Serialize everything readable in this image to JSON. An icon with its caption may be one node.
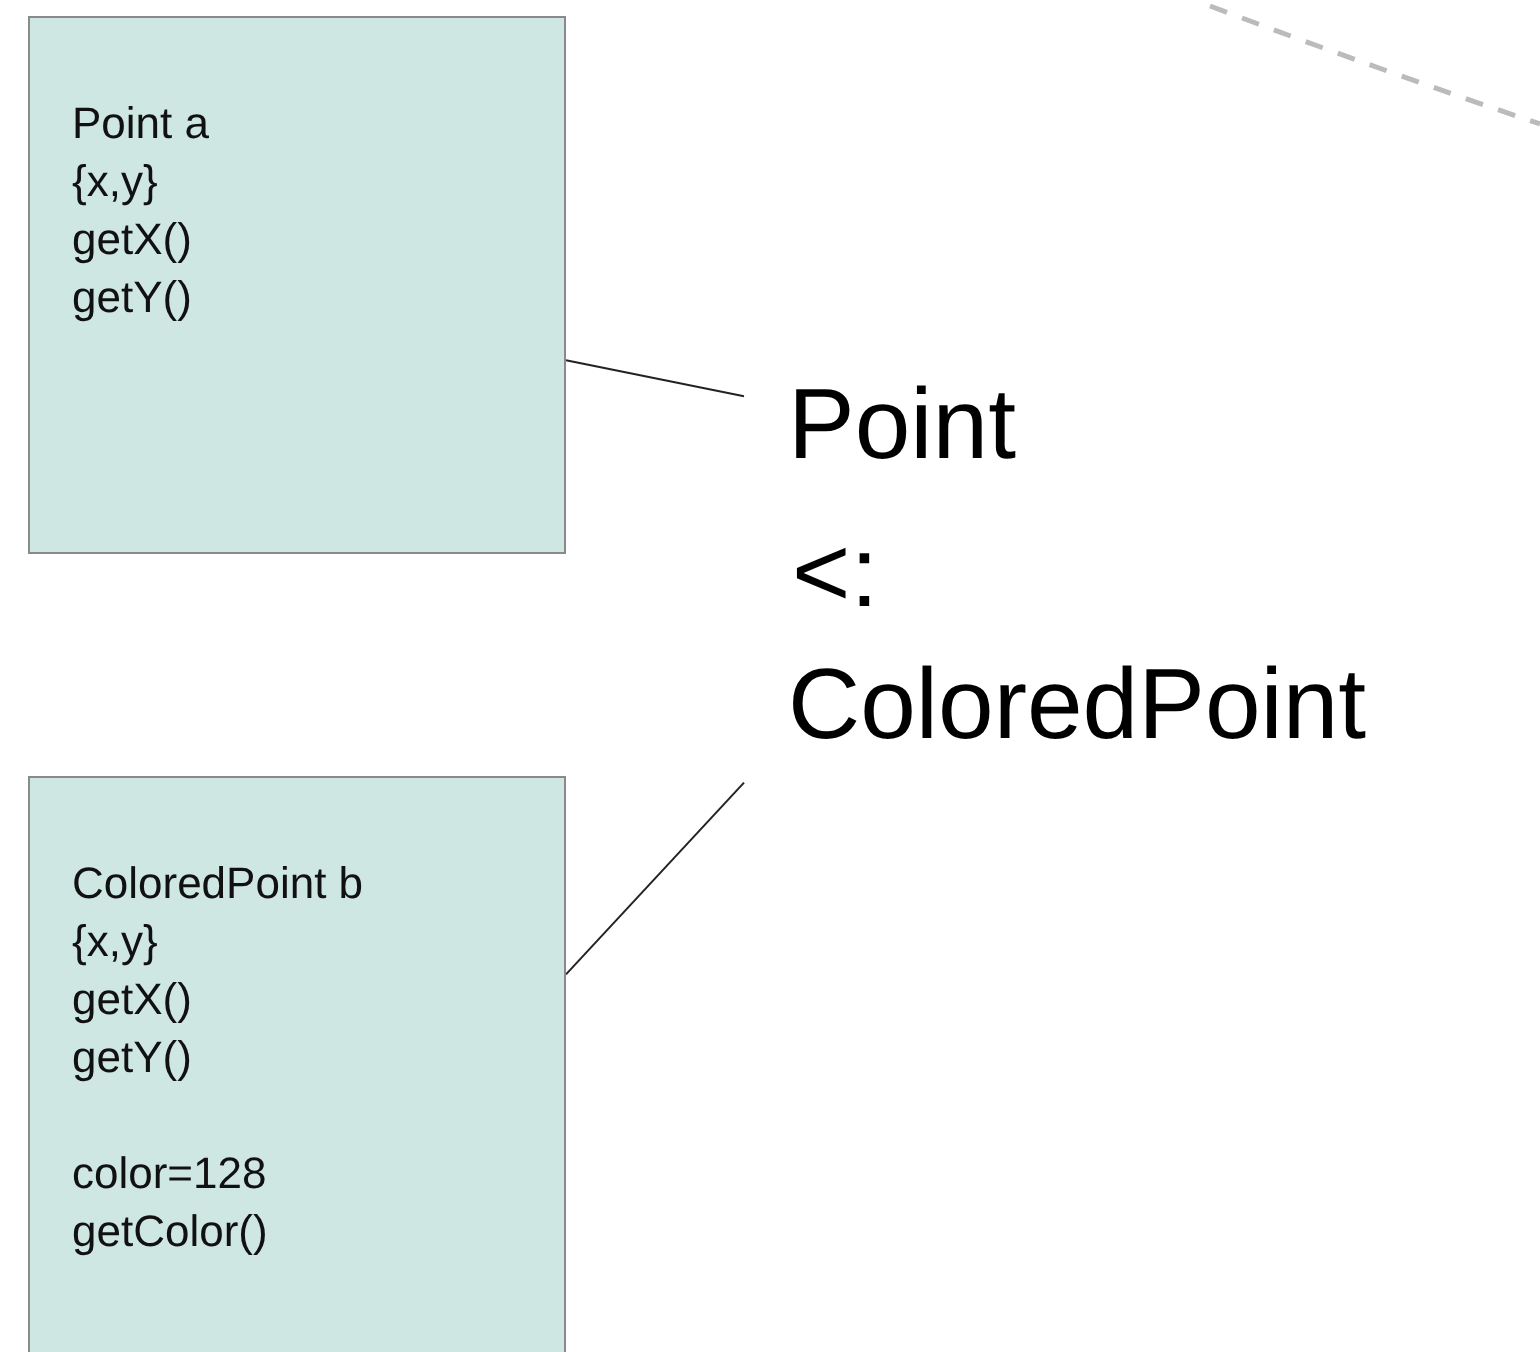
{
  "diagram": {
    "nodes": [
      {
        "text": [
          "Point a",
          "{x,y}",
          "getX()",
          "getY()"
        ]
      },
      {
        "text": [
          "ColoredPoint b",
          "{x,y}",
          "getX()",
          "getY()",
          "color=128",
          "getColor()"
        ]
      },
      {
        "text": [
          "Point"
        ]
      },
      {
        "text": [
          "ColoredPoint"
        ]
      }
    ],
    "edges": [
      {
        "from": 0,
        "to": 2,
        "arrow": "none"
      },
      {
        "from": 1,
        "to": 3,
        "arrow": "none"
      }
    ],
    "labels": [
      "<:"
    ]
  }
}
